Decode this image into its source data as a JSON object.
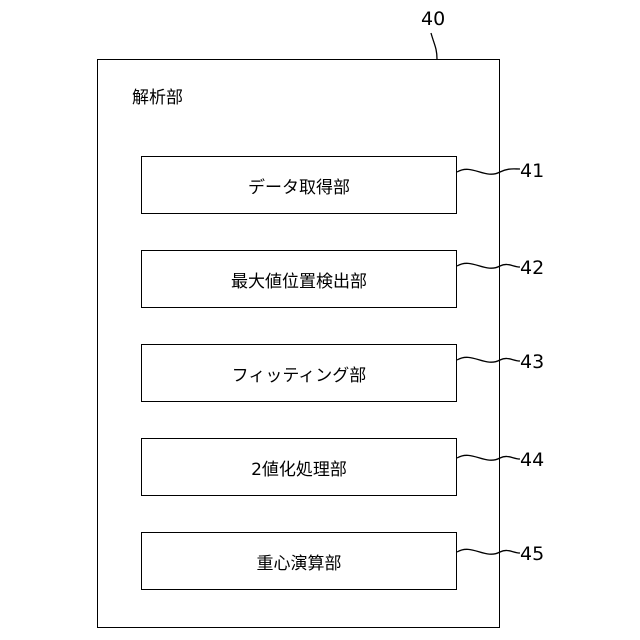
{
  "diagram": {
    "outer_ref": "40",
    "outer_title": "解析部",
    "units": [
      {
        "ref": "41",
        "label": "データ取得部"
      },
      {
        "ref": "42",
        "label": "最大値位置検出部"
      },
      {
        "ref": "43",
        "label": "フィッティング部"
      },
      {
        "ref": "44",
        "label": "2値化処理部"
      },
      {
        "ref": "45",
        "label": "重心演算部"
      }
    ]
  }
}
